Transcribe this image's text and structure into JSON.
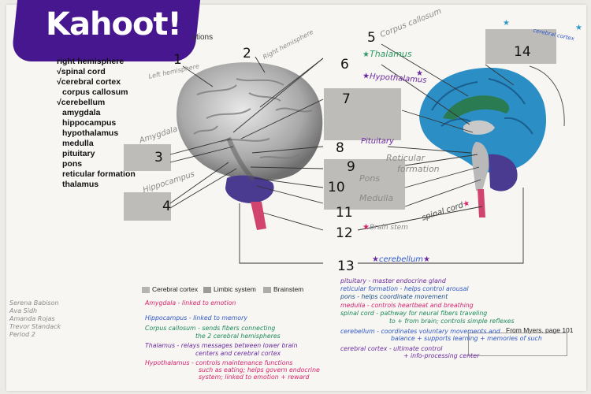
{
  "brand": {
    "logo": "Kahoot!",
    "color": "#46178f"
  },
  "worksheet": {
    "heading_fragment": "ctions",
    "terms": [
      {
        "mark": "",
        "text": "right hemisphere"
      },
      {
        "mark": "√",
        "text": "spinal cord"
      },
      {
        "mark": "√",
        "text": "cerebral cortex"
      },
      {
        "mark": "",
        "text": "corpus callosum"
      },
      {
        "mark": "√",
        "text": "cerebellum"
      },
      {
        "mark": "",
        "text": "amygdala"
      },
      {
        "mark": "",
        "text": "hippocampus"
      },
      {
        "mark": "",
        "text": "hypothalamus"
      },
      {
        "mark": "",
        "text": "medulla"
      },
      {
        "mark": "",
        "text": "pituitary"
      },
      {
        "mark": "",
        "text": "pons"
      },
      {
        "mark": "",
        "text": "reticular formation"
      },
      {
        "mark": "",
        "text": "thalamus"
      }
    ],
    "numbers": [
      "1",
      "2",
      "3",
      "4",
      "5",
      "6",
      "7",
      "8",
      "9",
      "10",
      "11",
      "12",
      "13",
      "14"
    ],
    "handwritten_labels": {
      "left_hemisphere": "Left hemisphere",
      "right_hemisphere": "Right hemisphere",
      "amygdala": "Amygdala",
      "hippocampus": "Hippocampus",
      "corpus_callosum": "Corpus callosum",
      "thalamus": "Thalamus",
      "hypothalamus": "Hypothalamus",
      "pituitary": "Pituitary",
      "reticular_formation_1": "Reticular",
      "reticular_formation_2": "formation",
      "pons": "Pons",
      "medulla": "Medulla",
      "spinal_cord": "spinal cord",
      "brain_stem": "Brain stem",
      "cerebellum": "cerebellum",
      "cerebral_cortex": "cerebral cortex"
    },
    "legend": [
      {
        "label": "Cerebral cortex",
        "color": "#b5b4b0"
      },
      {
        "label": "Limbic system",
        "color": "#9c9b97"
      },
      {
        "label": "Brainstem",
        "color": "#adaca8"
      }
    ],
    "caption": "From Myers, page 101",
    "names": [
      "Serena Babison",
      "Ava Sidh",
      "Amanda Rojas",
      "Trevor Standack",
      "Period 2"
    ],
    "notes_left": [
      {
        "text": "Amygdala - linked to emotion",
        "color": "#d8246e"
      },
      {
        "text": "Hippocampus - linked to memory",
        "color": "#2f57c9"
      },
      {
        "text": "Corpus callosum - sends fibers connecting",
        "color": "#1d8a5a"
      },
      {
        "text": "the 2 cerebral hemispheres",
        "color": "#1d8a5a"
      },
      {
        "text": "Thalamus - relays messages between lower brain",
        "color": "#6a2aa0"
      },
      {
        "text": "centers and cerebral cortex",
        "color": "#6a2aa0"
      },
      {
        "text": "Hypothalamus - controls maintenance functions",
        "color": "#d8246e"
      },
      {
        "text": "such as eating; helps govern endocrine",
        "color": "#d8246e"
      },
      {
        "text": "system; linked to emotion + reward",
        "color": "#d8246e"
      }
    ],
    "notes_right": [
      {
        "text": "pituitary - master endocrine gland",
        "color": "#6a2aa0"
      },
      {
        "text": "reticular formation - helps control arousal",
        "color": "#2f57c9"
      },
      {
        "text": "pons - helps coordinate movement",
        "color": "#1d4d8a"
      },
      {
        "text": "medulla - controls heartbeat and breathing",
        "color": "#d8246e"
      },
      {
        "text": "spinal cord - pathway for neural fibers traveling",
        "color": "#1d8a5a"
      },
      {
        "text": "to + from brain; controls simple reflexes",
        "color": "#1d8a5a"
      },
      {
        "text": "cerebellum - coordinates voluntary movements and",
        "color": "#2f57c9"
      },
      {
        "text": "balance + supports learning + memories of such",
        "color": "#2f57c9"
      },
      {
        "text": "cerebral cortex - ultimate control",
        "color": "#6a2aa0"
      },
      {
        "text": "+ info-processing center",
        "color": "#6a2aa0"
      }
    ]
  }
}
